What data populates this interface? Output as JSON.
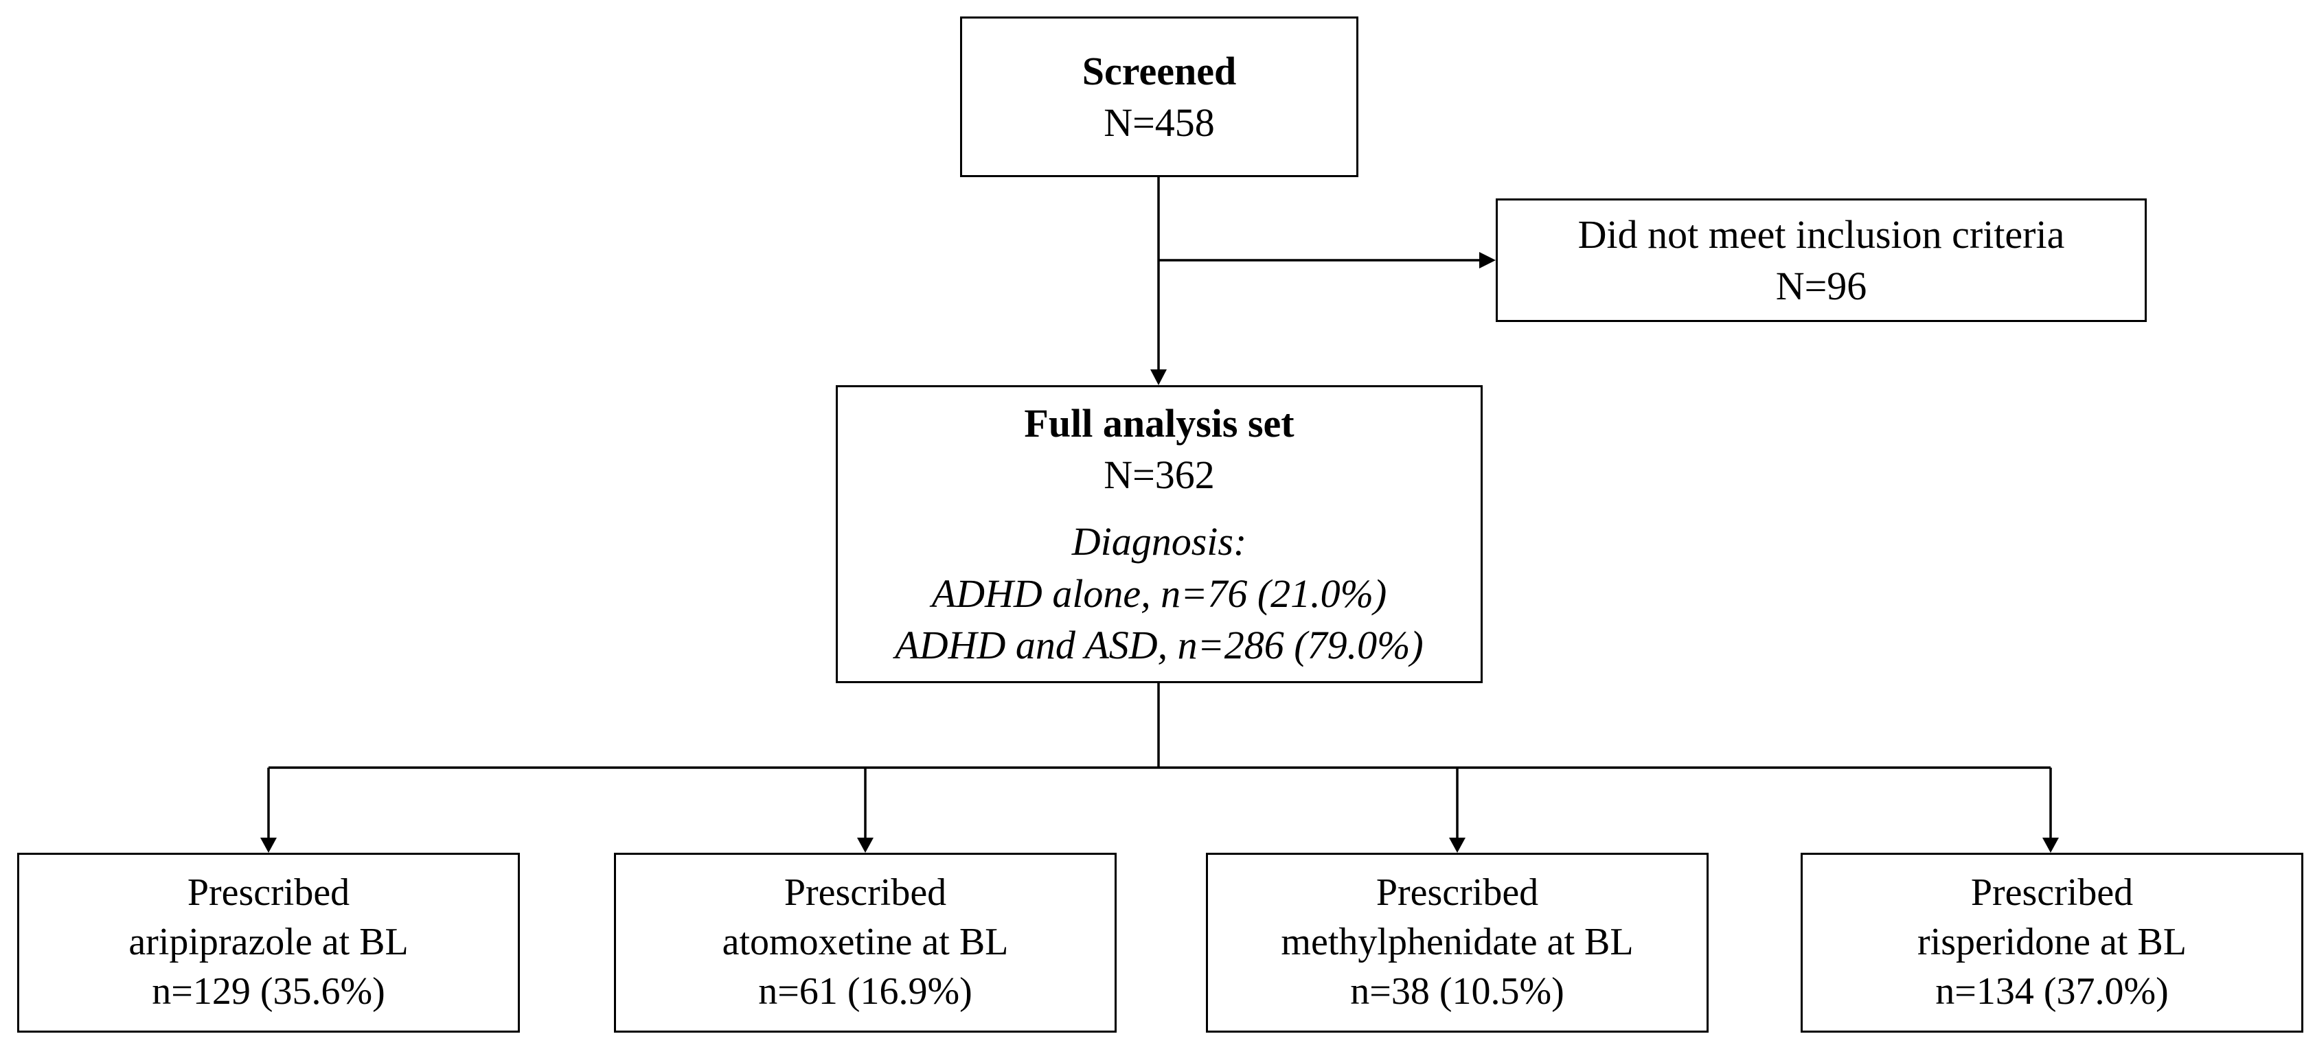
{
  "screened": {
    "title": "Screened",
    "count": "N=458"
  },
  "excluded": {
    "label": "Did not meet inclusion criteria",
    "count": "N=96"
  },
  "full_analysis_set": {
    "title": "Full analysis set",
    "count": "N=362",
    "diagnosis_heading": "Diagnosis:",
    "diagnosis_lines": [
      "ADHD alone, n=76 (21.0%)",
      "ADHD and ASD, n=286 (79.0%)"
    ]
  },
  "arms": [
    {
      "line1": "Prescribed",
      "line2": "aripiprazole at BL",
      "count": "n=129 (35.6%)"
    },
    {
      "line1": "Prescribed",
      "line2": "atomoxetine at BL",
      "count": "n=61 (16.9%)"
    },
    {
      "line1": "Prescribed",
      "line2": "methylphenidate at BL",
      "count": "n=38 (10.5%)"
    },
    {
      "line1": "Prescribed",
      "line2": "risperidone at BL",
      "count": "n=134 (37.0%)"
    }
  ]
}
